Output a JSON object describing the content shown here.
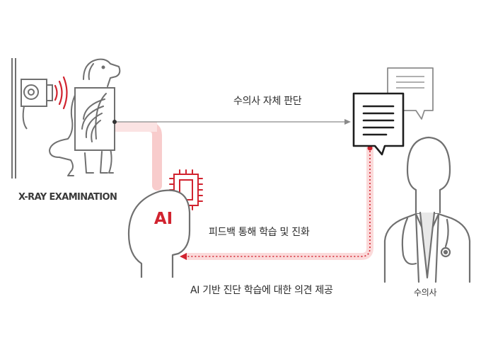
{
  "labels": {
    "xray_examination": "X-RAY EXAMINATION",
    "self_judgment": "수의사 자체 판단",
    "feedback": "피드백 통해 학습 및 진화",
    "opinion": "AI 기반 진단 학습에 대한 의견 제공",
    "vet": "수의사",
    "ai": "AI"
  },
  "colors": {
    "accent_red": "#d1232f",
    "pink_path": "#f7c7c7",
    "line_gray": "#8a8a8a",
    "icon_gray": "#707070"
  },
  "icons": [
    "xray-machine-icon",
    "radiation-waves-icon",
    "dog-icon",
    "ai-chip-icon",
    "ai-head-icon",
    "report-document-icon",
    "chat-bubble-icon",
    "veterinarian-icon"
  ]
}
